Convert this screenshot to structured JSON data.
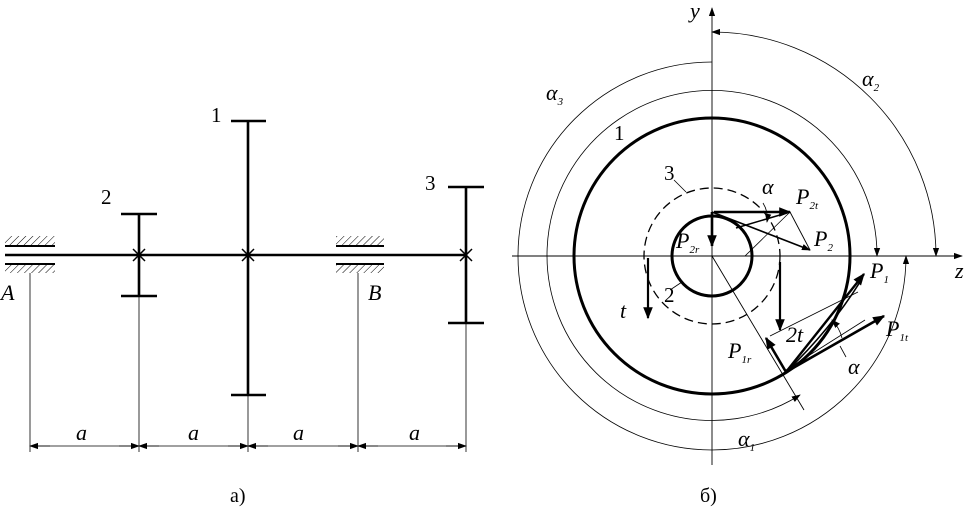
{
  "figure_a": {
    "support_a": "A",
    "support_b": "B",
    "gear_1": "1",
    "gear_2": "2",
    "gear_3": "3",
    "span_label": "a",
    "caption": "а)"
  },
  "figure_b": {
    "axis_y": "y",
    "axis_z": "z",
    "alpha": "α",
    "sub_1": "1",
    "sub_2": "2",
    "sub_3": "3",
    "circle_1": "1",
    "circle_2": "2",
    "circle_3": "3",
    "force_p": "P",
    "sub_2t": "2t",
    "sub_2r": "2r",
    "sub_1t": "1t",
    "sub_1r": "1r",
    "tangent_t": "t",
    "tangent_2t": "2t",
    "caption": "б)"
  }
}
